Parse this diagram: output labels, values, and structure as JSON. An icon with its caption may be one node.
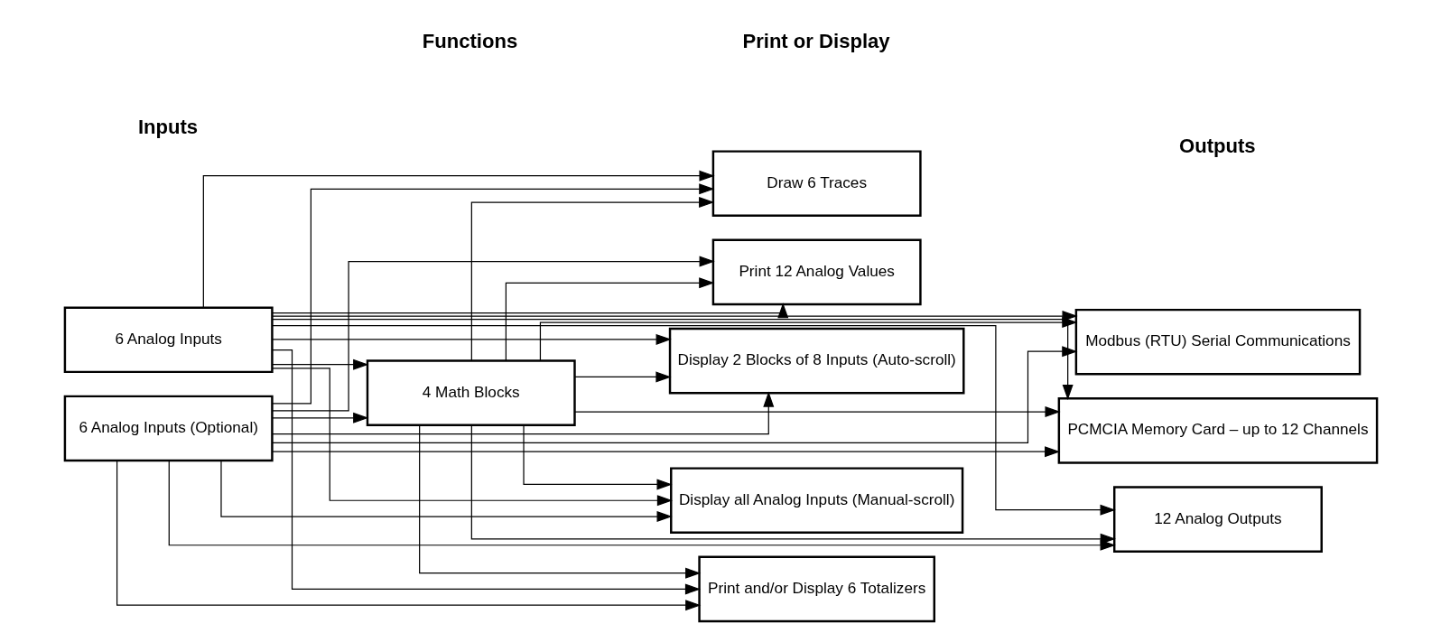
{
  "diagram": {
    "nodes": [
      {
        "text": [
          "6 Analog Inputs"
        ]
      },
      {
        "text": [
          "6 Analog Inputs (Optional)"
        ]
      },
      {
        "text": [
          "4 Math Blocks"
        ]
      },
      {
        "text": [
          "Draw 6 Traces"
        ]
      },
      {
        "text": [
          "Print 12 Analog Values"
        ]
      },
      {
        "text": [
          "Display 2 Blocks of 8 Inputs (Auto-scroll)"
        ]
      },
      {
        "text": [
          "Display all Analog Inputs (Manual-scroll)"
        ]
      },
      {
        "text": [
          "Print and/or Display 6 Totalizers"
        ]
      },
      {
        "text": [
          "Modbus (RTU) Serial Communications"
        ]
      },
      {
        "text": [
          "PCMCIA Memory Card – up to 12 Channels"
        ]
      },
      {
        "text": [
          "12 Analog Outputs"
        ]
      }
    ],
    "edges": [
      {
        "from": 0,
        "to": 2,
        "arrow": "to"
      },
      {
        "from": 1,
        "to": 2,
        "arrow": "to"
      },
      {
        "from": 0,
        "to": 3,
        "arrow": "to"
      },
      {
        "from": 0,
        "to": 4,
        "arrow": "to"
      },
      {
        "from": 0,
        "to": 5,
        "arrow": "to"
      },
      {
        "from": 0,
        "to": 6,
        "arrow": "to"
      },
      {
        "from": 0,
        "to": 7,
        "arrow": "to"
      },
      {
        "from": 0,
        "to": 8,
        "arrow": "to"
      },
      {
        "from": 0,
        "to": 9,
        "arrow": "to"
      },
      {
        "from": 0,
        "to": 10,
        "arrow": "to"
      },
      {
        "from": 1,
        "to": 3,
        "arrow": "to"
      },
      {
        "from": 1,
        "to": 4,
        "arrow": "to"
      },
      {
        "from": 1,
        "to": 5,
        "arrow": "to"
      },
      {
        "from": 1,
        "to": 6,
        "arrow": "to"
      },
      {
        "from": 1,
        "to": 7,
        "arrow": "to"
      },
      {
        "from": 1,
        "to": 8,
        "arrow": "to"
      },
      {
        "from": 1,
        "to": 9,
        "arrow": "to"
      },
      {
        "from": 1,
        "to": 10,
        "arrow": "to"
      },
      {
        "from": 2,
        "to": 3,
        "arrow": "to"
      },
      {
        "from": 2,
        "to": 4,
        "arrow": "to"
      },
      {
        "from": 2,
        "to": 5,
        "arrow": "to"
      },
      {
        "from": 2,
        "to": 6,
        "arrow": "to"
      },
      {
        "from": 2,
        "to": 7,
        "arrow": "to"
      },
      {
        "from": 2,
        "to": 8,
        "arrow": "to"
      },
      {
        "from": 2,
        "to": 9,
        "arrow": "to"
      },
      {
        "from": 2,
        "to": 10,
        "arrow": "to"
      }
    ],
    "labels": [
      "Inputs",
      "Functions",
      "Print or Display",
      "Outputs"
    ]
  }
}
